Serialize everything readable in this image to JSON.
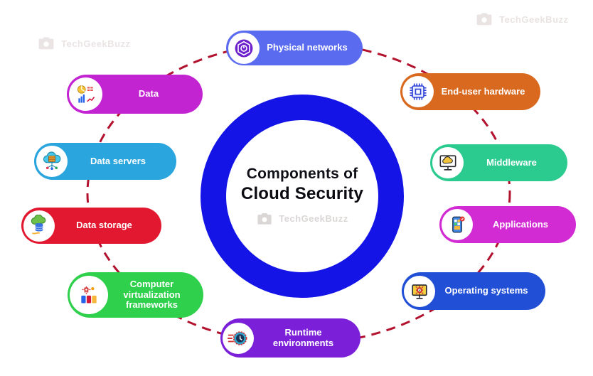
{
  "center": {
    "title_line1": "Components of",
    "title_line2": "Cloud Security",
    "ring_color": "#1414e6"
  },
  "connector": {
    "color": "#b2122e",
    "style": "dashed-ellipse"
  },
  "watermark": {
    "text": "TechGeekBuzz"
  },
  "items": [
    {
      "label": "Physical networks",
      "color": "#5a6bef",
      "icon": "network-chip-icon"
    },
    {
      "label": "End-user hardware",
      "color": "#d8691f",
      "icon": "cpu-chip-icon"
    },
    {
      "label": "Middleware",
      "color": "#2bcb90",
      "icon": "monitor-cloud-icon"
    },
    {
      "label": "Applications",
      "color": "#d32bd4",
      "icon": "smartphone-apps-icon"
    },
    {
      "label": "Operating systems",
      "color": "#2150d6",
      "icon": "monitor-gear-icon"
    },
    {
      "label": "Runtime environments",
      "color": "#7b20d8",
      "icon": "stopwatch-speed-icon"
    },
    {
      "label": "Computer virtualization frameworks",
      "color": "#2fd04c",
      "icon": "gear-databases-icon"
    },
    {
      "label": "Data storage",
      "color": "#e1182f",
      "icon": "cloud-database-icon"
    },
    {
      "label": "Data servers",
      "color": "#2aa5dd",
      "icon": "cloud-server-icon"
    },
    {
      "label": "Data",
      "color": "#c324d2",
      "icon": "charts-icon"
    }
  ]
}
